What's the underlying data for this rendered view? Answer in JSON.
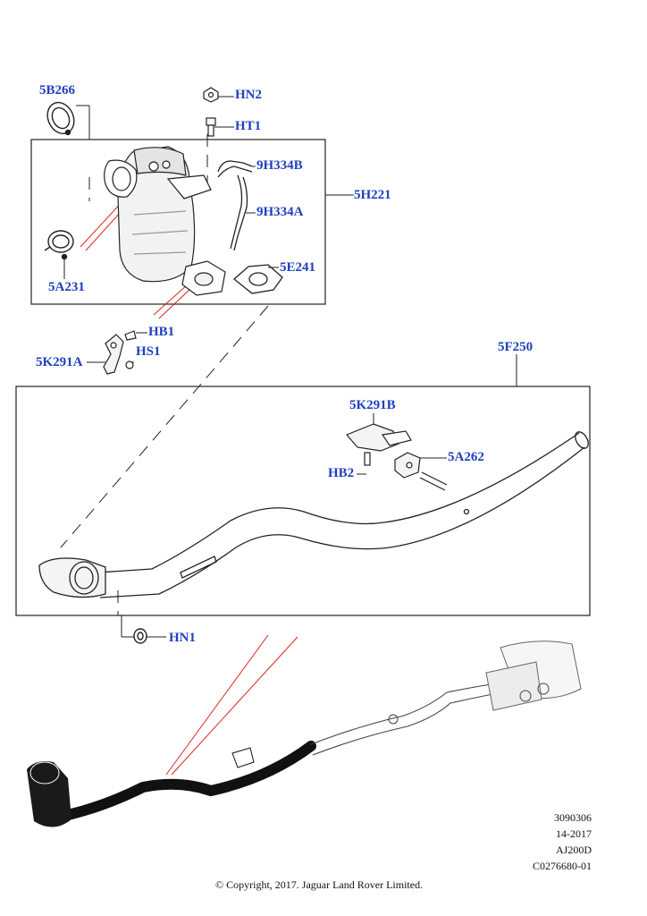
{
  "callouts": {
    "c5B266": "5B266",
    "cHN2": "HN2",
    "cHT1": "HT1",
    "c9H334B": "9H334B",
    "c9H334A": "9H334A",
    "c5H221": "5H221",
    "c5E241": "5E241",
    "c5A231": "5A231",
    "cHB1": "HB1",
    "cHS1": "HS1",
    "c5K291A": "5K291A",
    "c5F250": "5F250",
    "c5K291B": "5K291B",
    "c5A262": "5A262",
    "cHB2": "HB2",
    "cHN1": "HN1"
  },
  "meta": {
    "line1": "3090306",
    "line2": "14-2017",
    "line3": "AJ200D",
    "line4": "C0276680-01"
  },
  "copyright": "© Copyright, 2017. Jaguar Land Rover Limited.",
  "colors": {
    "callout": "#1f3fbf",
    "outline": "#222222",
    "leader": "#e02020",
    "highlight": "#111111"
  }
}
